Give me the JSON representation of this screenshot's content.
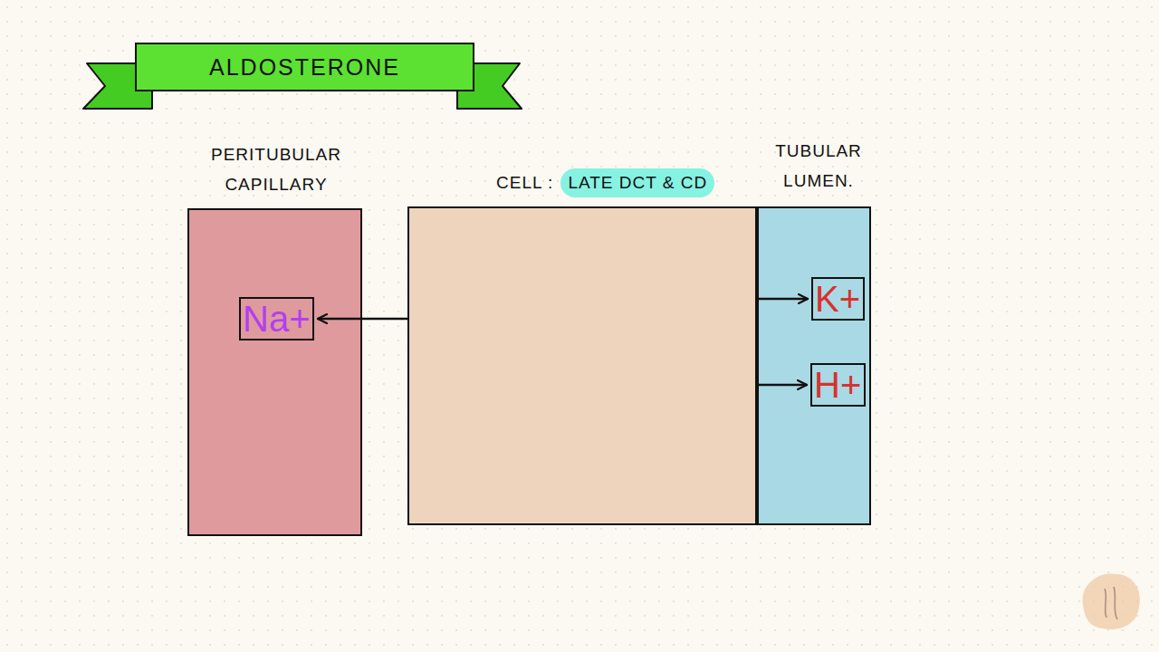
{
  "diagram": {
    "title": "ALDOSTERONE",
    "nodes": [
      {
        "text": [
          "PERITUBULAR CAPILLARY"
        ]
      },
      {
        "text": [
          "Na+"
        ],
        "in": 0
      },
      {
        "text": [
          "CELL :",
          "LATE DCT & CD"
        ]
      },
      {
        "text": [
          "TUBULAR LUMEN."
        ]
      },
      {
        "text": [
          "K+"
        ],
        "in": 3
      },
      {
        "text": [
          "H+"
        ],
        "in": 3
      }
    ],
    "edges": [
      {
        "from": 2,
        "to": 1,
        "arrow": "to"
      },
      {
        "from": 2,
        "to": 4,
        "arrow": "to"
      },
      {
        "from": 2,
        "to": 5,
        "arrow": "to"
      }
    ]
  }
}
